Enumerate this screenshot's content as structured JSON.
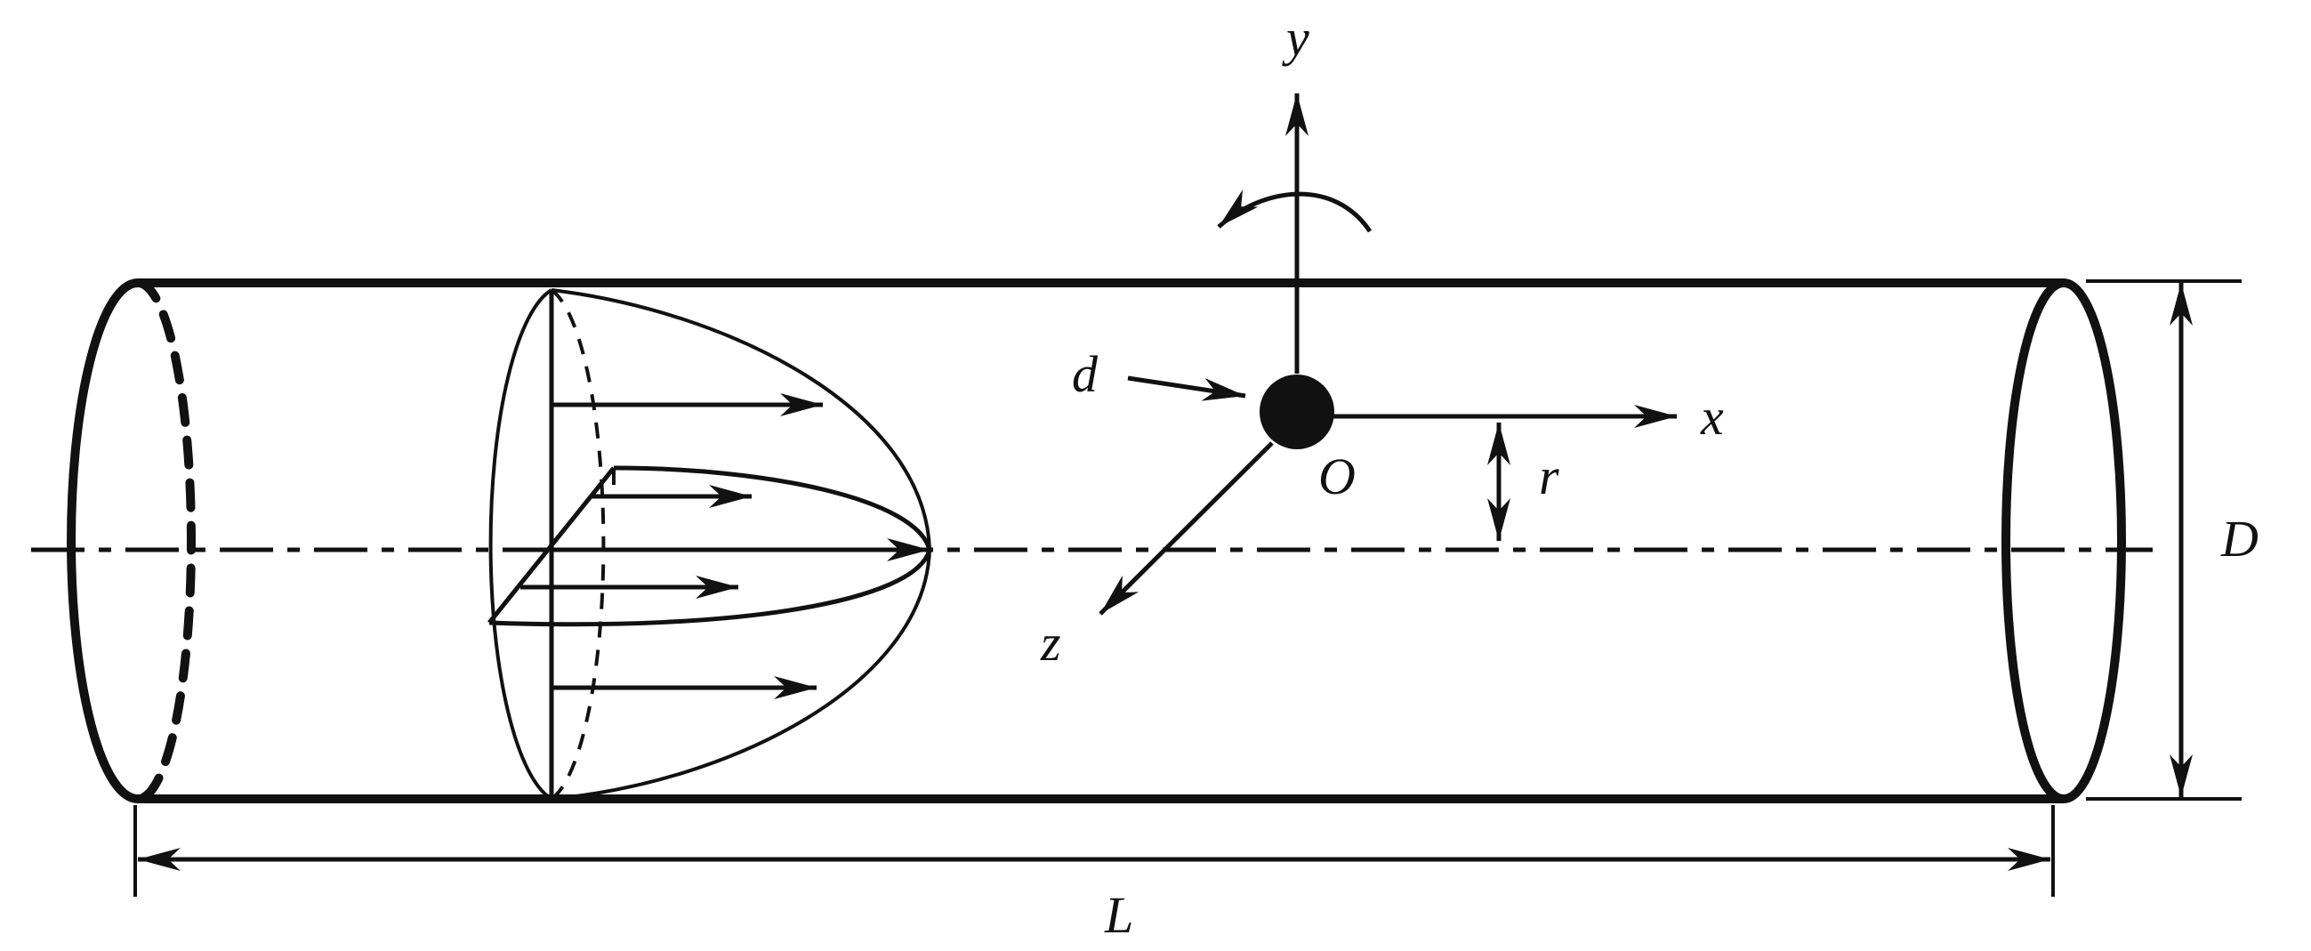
{
  "labels": {
    "y_axis": "y",
    "x_axis": "x",
    "z_axis": "z",
    "origin": "O",
    "particle_diameter": "d",
    "radial_distance": "r",
    "pipe_diameter": "D",
    "pipe_length": "L"
  },
  "colors": {
    "stroke": "#111111",
    "background": "#ffffff"
  }
}
